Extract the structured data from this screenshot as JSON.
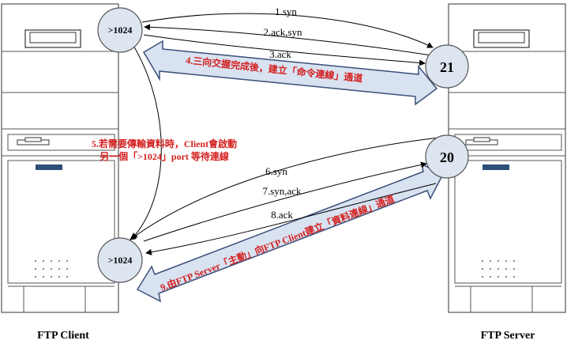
{
  "client": {
    "caption": "FTP Client",
    "port_top": ">1024",
    "port_bottom": ">1024"
  },
  "server": {
    "caption": "FTP Server",
    "port_command": "21",
    "port_data": "20"
  },
  "handshake_command": {
    "syn": "1.syn",
    "ack_syn": "2.ack,syn",
    "ack": "3.ack"
  },
  "command_channel_note": "4.三向交握完成後，建立「命令連線」通道",
  "client_wait_note": {
    "line1": "5.若需要傳輸資料時，Client會啟動",
    "line2": "另一個「>1024」port 等待連線"
  },
  "handshake_data": {
    "syn": "6.syn",
    "syn_ack": "7.syn,ack",
    "ack": "8.ack"
  },
  "data_channel_note": "9.由FTP Server「主動」向FTP Client建立「資料連線」通道",
  "colors": {
    "tower_fill": "#ffffff",
    "tower_stroke": "#555555",
    "circle_fill": "#dde5f1",
    "circle_stroke": "#555555",
    "wide_arrow_fill": "#d8e2f0",
    "wide_arrow_stroke": "#3a4f7a",
    "note_text": "#d42020",
    "drive_slot": "#2e4f7a"
  }
}
